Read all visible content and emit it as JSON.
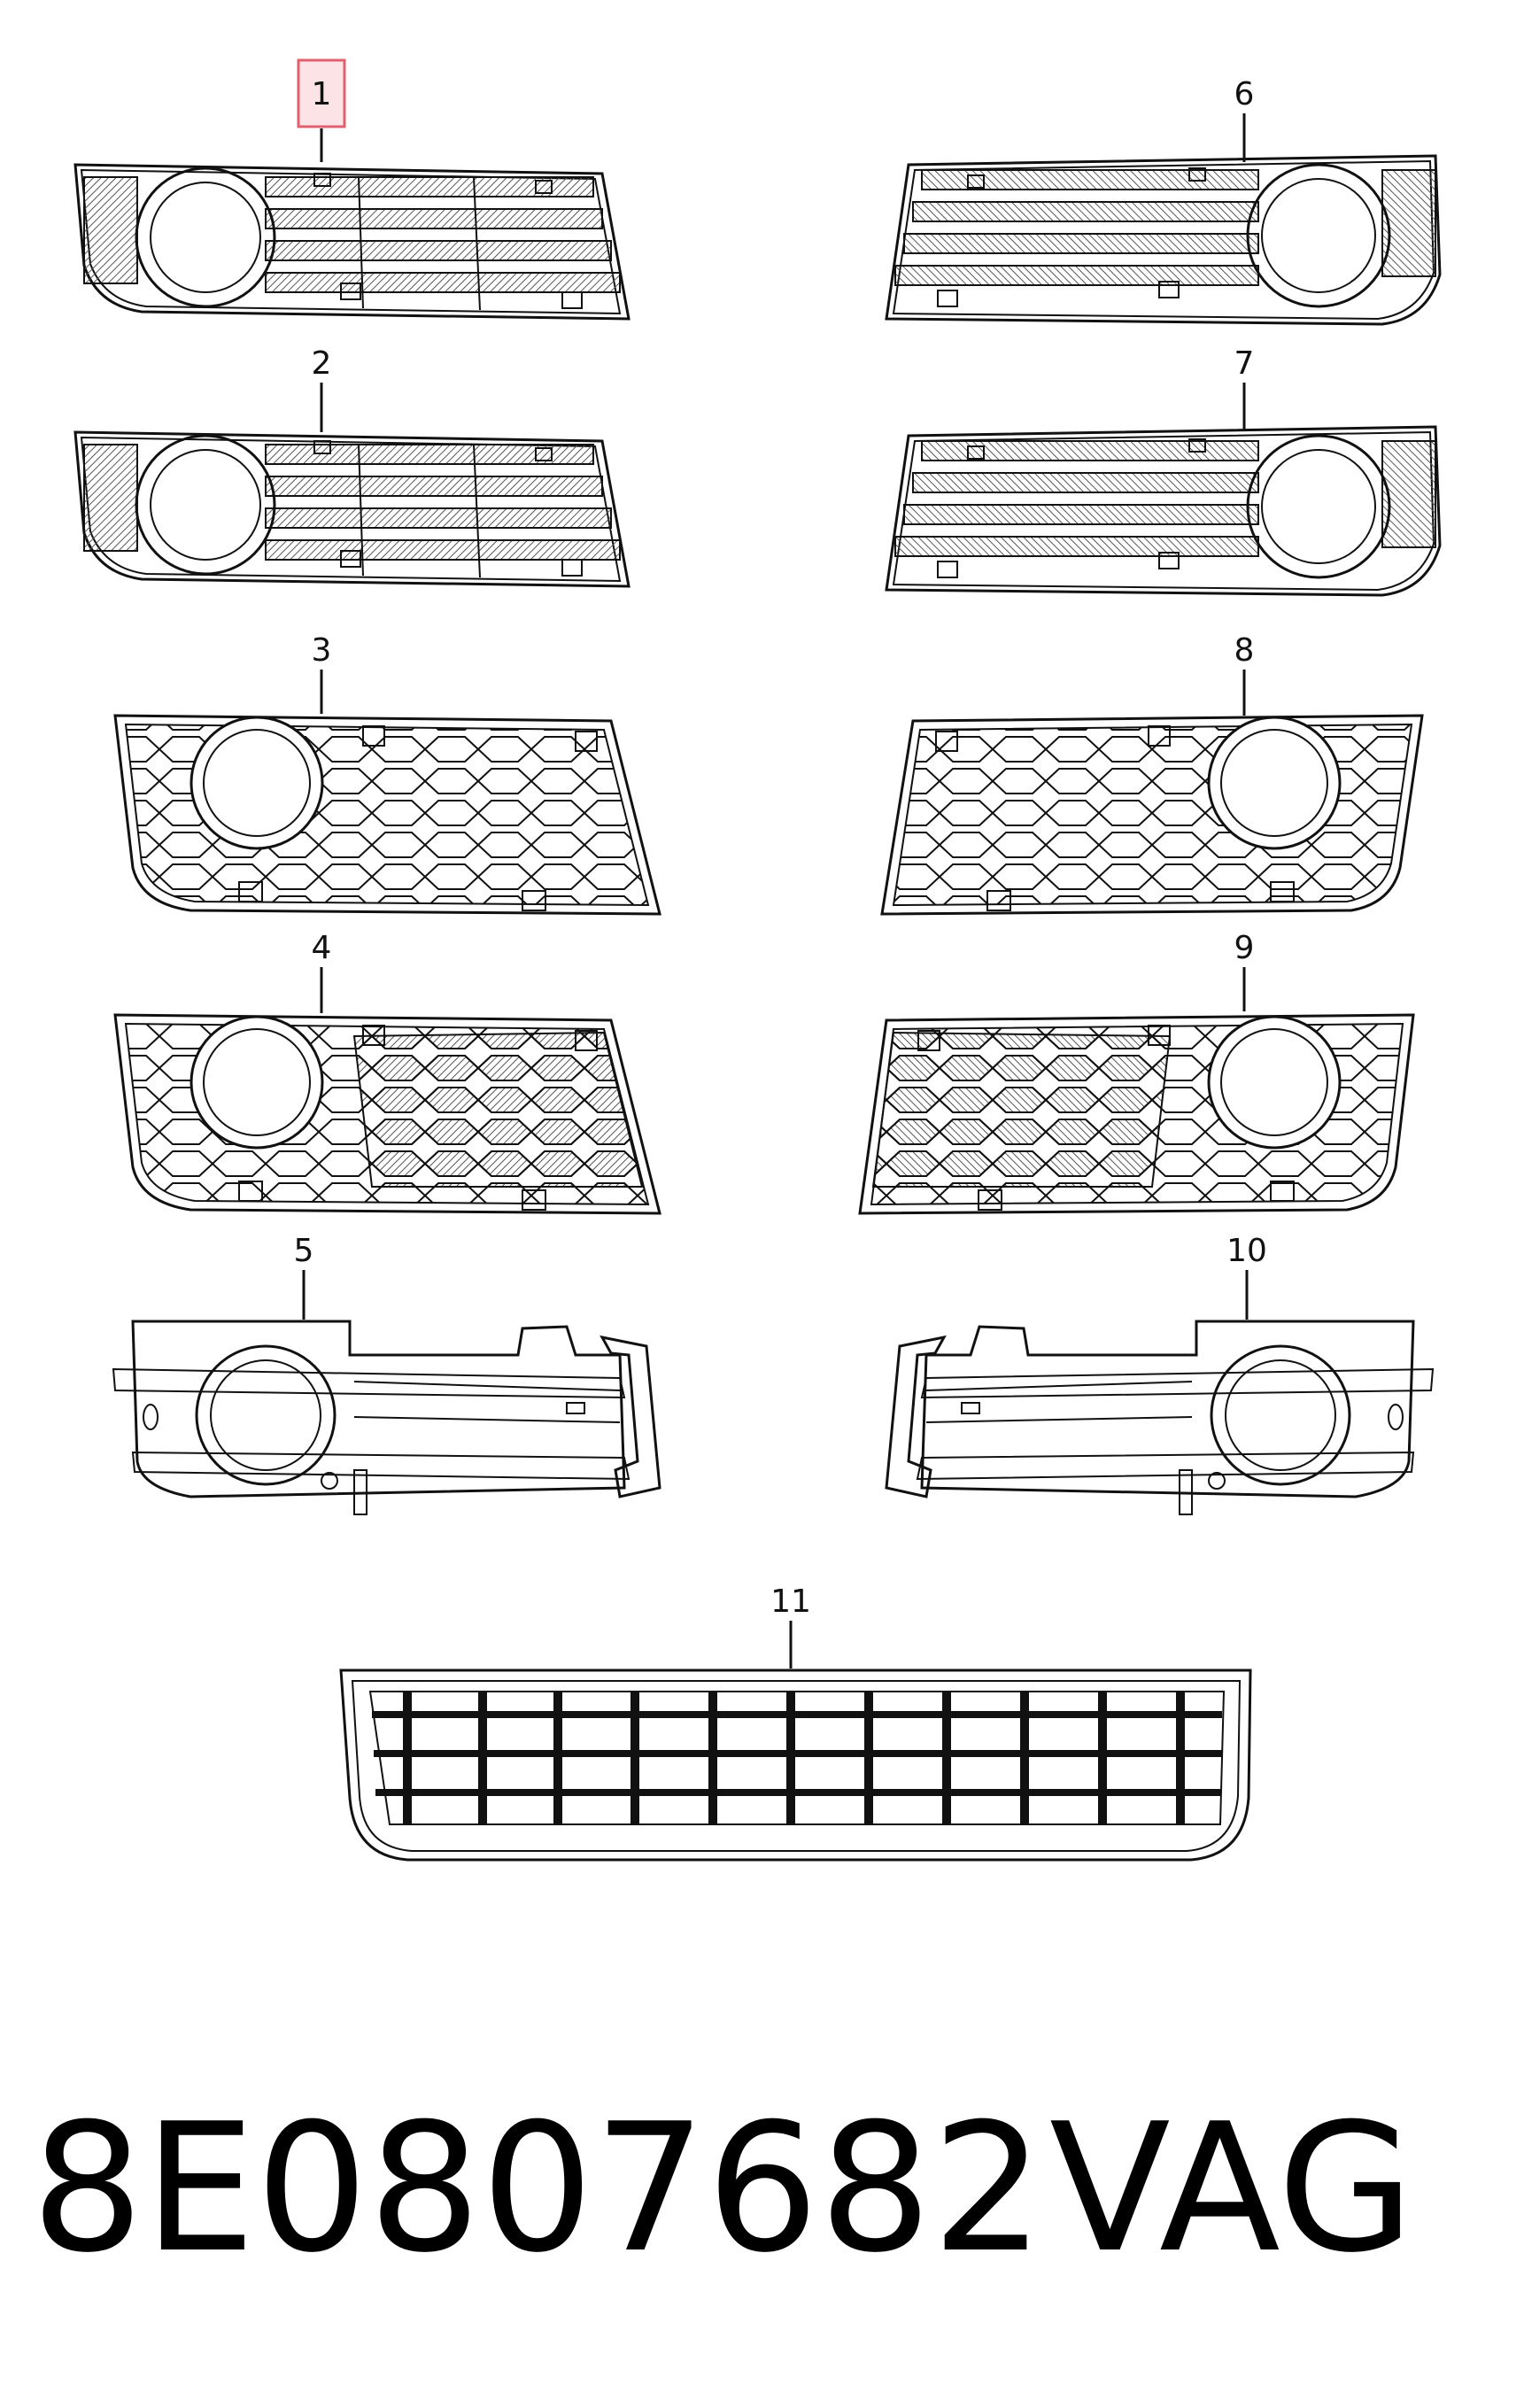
{
  "callouts": [
    {
      "id": "1",
      "label": "1",
      "highlighted": true
    },
    {
      "id": "2",
      "label": "2"
    },
    {
      "id": "3",
      "label": "3"
    },
    {
      "id": "4",
      "label": "4"
    },
    {
      "id": "5",
      "label": "5"
    },
    {
      "id": "6",
      "label": "6"
    },
    {
      "id": "7",
      "label": "7"
    },
    {
      "id": "8",
      "label": "8"
    },
    {
      "id": "9",
      "label": "9"
    },
    {
      "id": "10",
      "label": "10"
    },
    {
      "id": "11",
      "label": "11"
    }
  ],
  "footer": {
    "part_number": "8E0807682",
    "brand": "VAG"
  },
  "colors": {
    "line": "#111111",
    "highlight_fill": "#fbe3e6",
    "highlight_stroke": "#e06070",
    "hatch": "#555555"
  }
}
